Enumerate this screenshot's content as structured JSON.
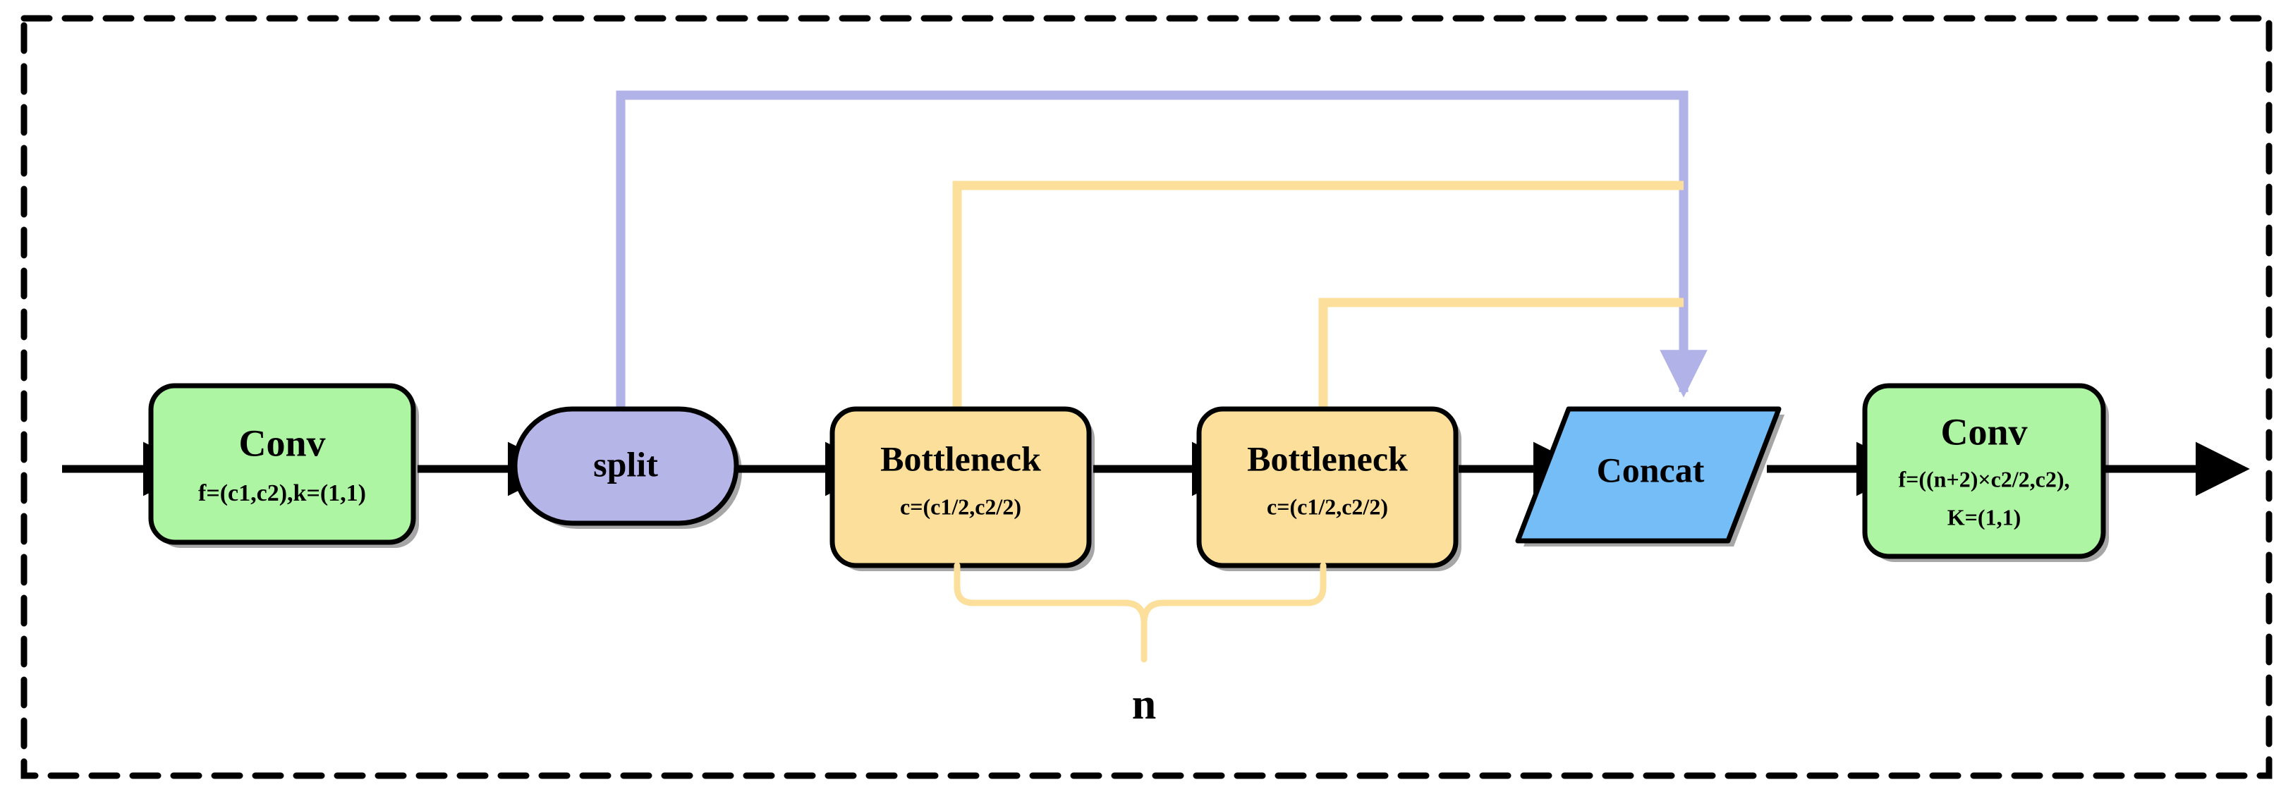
{
  "diagram": {
    "title": "C2f / CSP module block diagram",
    "background": "#ffffff",
    "border": {
      "style": "dashed",
      "color": "#000000"
    },
    "colors": {
      "conv_fill": "#AEF5A3",
      "split_fill": "#B5B5E8",
      "bottleneck_fill": "#FBDF9B",
      "concat_fill": "#74BDF7",
      "outline": "#000000",
      "skip_purple": "#B0B2E8",
      "skip_yellow": "#FCDF9B",
      "arrow_black": "#000000"
    },
    "nodes": [
      {
        "id": "conv-in",
        "shape": "rounded-rect",
        "fill": "#AEF5A3",
        "title": "Conv",
        "sub1": "f=(c1,c2),k=(1,1)",
        "sub2": ""
      },
      {
        "id": "split",
        "shape": "pill",
        "fill": "#B5B5E8",
        "title": "split",
        "sub1": "",
        "sub2": ""
      },
      {
        "id": "bottleneck-1",
        "shape": "rounded-rect",
        "fill": "#FBDF9B",
        "title": "Bottleneck",
        "sub1": "c=(c1/2,c2/2)",
        "sub2": ""
      },
      {
        "id": "bottleneck-2",
        "shape": "rounded-rect",
        "fill": "#FBDF9B",
        "title": "Bottleneck",
        "sub1": "c=(c1/2,c2/2)",
        "sub2": ""
      },
      {
        "id": "concat",
        "shape": "parallelogram",
        "fill": "#74BDF7",
        "title": "Concat",
        "sub1": "",
        "sub2": ""
      },
      {
        "id": "conv-out",
        "shape": "rounded-rect",
        "fill": "#AEF5A3",
        "title": "Conv",
        "sub1": "f=((n+2)×c2/2,c2),",
        "sub2": "K=(1,1)"
      }
    ],
    "annotations": {
      "repeat_count": "n"
    },
    "edges": [
      {
        "from": "input",
        "to": "conv-in",
        "color": "#000000",
        "type": "arrow"
      },
      {
        "from": "conv-in",
        "to": "split",
        "color": "#000000",
        "type": "arrow"
      },
      {
        "from": "split",
        "to": "bottleneck-1",
        "color": "#000000",
        "type": "arrow"
      },
      {
        "from": "bottleneck-1",
        "to": "bottleneck-2",
        "color": "#000000",
        "type": "arrow"
      },
      {
        "from": "bottleneck-2",
        "to": "concat",
        "color": "#000000",
        "type": "arrow"
      },
      {
        "from": "concat",
        "to": "conv-out",
        "color": "#000000",
        "type": "arrow"
      },
      {
        "from": "conv-out",
        "to": "output",
        "color": "#000000",
        "type": "arrow"
      },
      {
        "from": "split",
        "to": "concat",
        "color": "#B0B2E8",
        "type": "skip-arrow"
      },
      {
        "from": "bottleneck-1",
        "to": "concat",
        "color": "#FCDF9B",
        "type": "skip"
      },
      {
        "from": "bottleneck-2",
        "to": "concat",
        "color": "#FCDF9B",
        "type": "skip"
      }
    ]
  }
}
